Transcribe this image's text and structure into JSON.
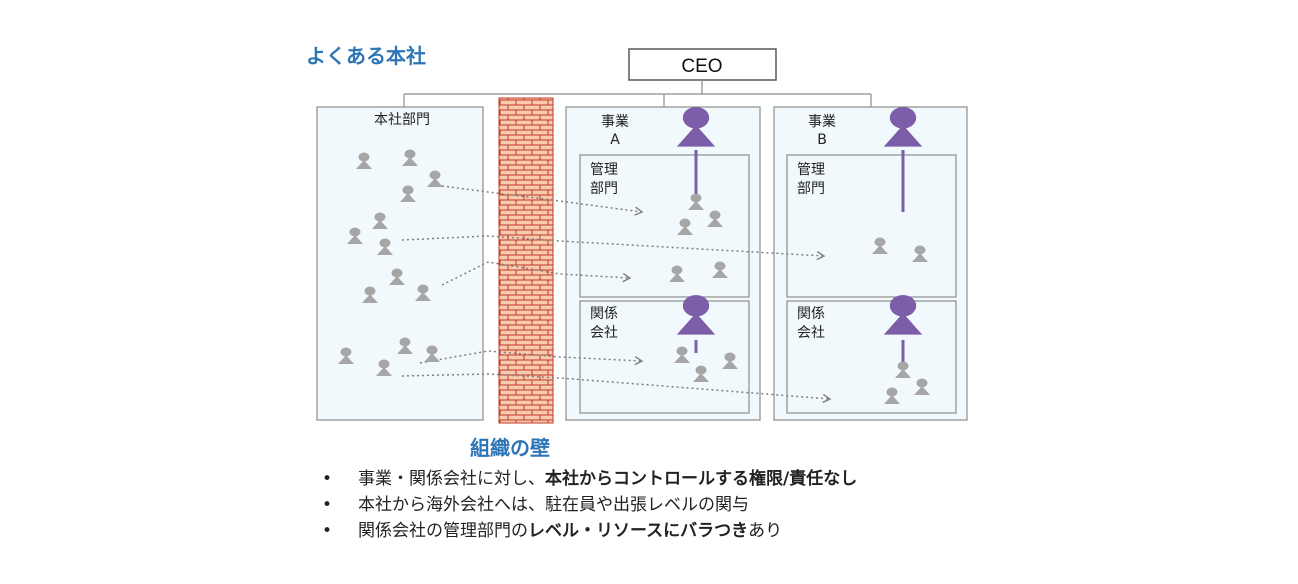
{
  "heading": "よくある本社",
  "ceo_label": "CEO",
  "hq_label": "本社部門",
  "business_a_label": [
    "事業",
    "A"
  ],
  "business_b_label": [
    "事業",
    "B"
  ],
  "admin_label": [
    "管理",
    "部門"
  ],
  "affiliate_label": [
    "関係",
    "会社"
  ],
  "wall_label": "組織の壁",
  "bullets": [
    {
      "plain": "事業・関係会社に対し、",
      "bold": "本社からコントロールする権限/責任なし",
      "tail": ""
    },
    {
      "plain": "本社から海外会社へは、駐在員や出張レベルの関与",
      "bold": "",
      "tail": ""
    },
    {
      "plain": "関係会社の管理部門の",
      "bold": "レベル・リソースにバラつき",
      "tail": "あり"
    }
  ],
  "colors": {
    "heading": "#2e75b6",
    "leader": "#7b5ea7",
    "staff": "#a6a6a6",
    "panel_fill": "#f2f9fc",
    "panel_border": "#8c8c8c",
    "wall_fill": "#f8cbad",
    "wall_lines": "#c0392b"
  },
  "icons": [
    "leader-person-icon",
    "staff-person-icon",
    "dotted-arrow"
  ]
}
